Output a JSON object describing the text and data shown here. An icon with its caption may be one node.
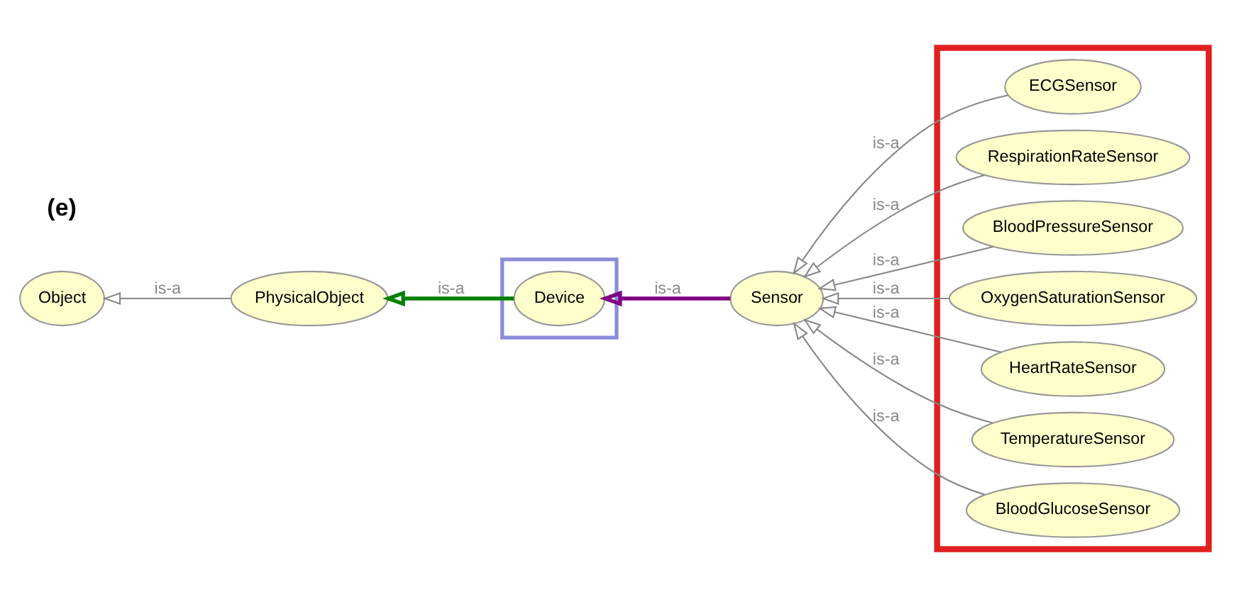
{
  "diagram": {
    "nodes": [
      {
        "text": [
          "Object"
        ]
      },
      {
        "text": [
          "PhysicalObject"
        ]
      },
      {
        "text": [],
        "shape": "box"
      },
      {
        "text": [
          "Device"
        ],
        "in": 2
      },
      {
        "text": [
          "Sensor"
        ]
      },
      {
        "text": [],
        "shape": "box"
      },
      {
        "text": [
          "ECGSensor"
        ],
        "in": 5
      },
      {
        "text": [
          "RespirationRateSensor"
        ],
        "in": 5
      },
      {
        "text": [
          "BloodPressureSensor"
        ],
        "in": 5
      },
      {
        "text": [
          "OxygenSaturationSensor"
        ],
        "in": 5
      },
      {
        "text": [
          "HeartRateSensor"
        ],
        "in": 5
      },
      {
        "text": [
          "TemperatureSensor"
        ],
        "in": 5
      },
      {
        "text": [
          "BloodGlucoseSensor"
        ],
        "in": 5
      }
    ],
    "edges": [
      {
        "from": 1,
        "to": 0,
        "arrow": "to",
        "label": "is-a"
      },
      {
        "from": 3,
        "to": 1,
        "arrow": "to",
        "label": "is-a",
        "style": "thick",
        "color": "#008000"
      },
      {
        "from": 4,
        "to": 3,
        "arrow": "to",
        "label": "is-a",
        "style": "thick",
        "color": "#800080"
      },
      {
        "from": 6,
        "to": 4,
        "arrow": "to",
        "label": "is-a"
      },
      {
        "from": 7,
        "to": 4,
        "arrow": "to",
        "label": "is-a"
      },
      {
        "from": 8,
        "to": 4,
        "arrow": "to",
        "label": "is-a"
      },
      {
        "from": 9,
        "to": 4,
        "arrow": "to",
        "label": "is-a"
      },
      {
        "from": 10,
        "to": 4,
        "arrow": "to",
        "label": "is-a"
      },
      {
        "from": 11,
        "to": 4,
        "arrow": "to",
        "label": "is-a"
      },
      {
        "from": 12,
        "to": 4,
        "arrow": "to",
        "label": "is-a"
      }
    ],
    "labels": [
      "(e)"
    ]
  }
}
